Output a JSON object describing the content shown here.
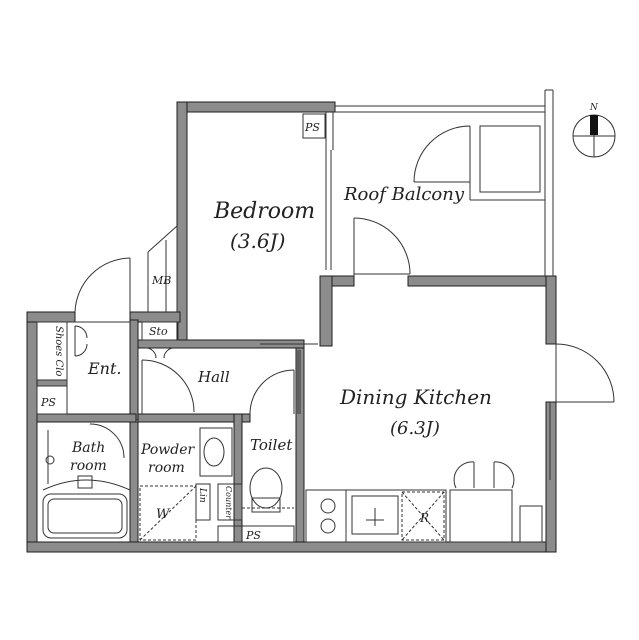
{
  "colors": {
    "wall": "#888888",
    "wall_outline": "#222222",
    "line": "#333333",
    "background": "#ffffff"
  },
  "compass": {
    "north_label": "N"
  },
  "rooms": {
    "bedroom": {
      "name": "Bedroom",
      "size": "(3.6J)"
    },
    "roof_balcony": {
      "name": "Roof Balcony"
    },
    "dining_kitchen": {
      "name": "Dining Kitchen",
      "size": "(6.3J)"
    },
    "hall": {
      "name": "Hall"
    },
    "entrance": {
      "name": "Ent."
    },
    "bath": {
      "name_line1": "Bath",
      "name_line2": "room"
    },
    "powder": {
      "name_line1": "Powder",
      "name_line2": "room"
    },
    "toilet": {
      "name": "Toilet"
    }
  },
  "fixtures": {
    "ps_top": "PS",
    "ps_left": "PS",
    "ps_bottom": "PS",
    "mb": "MB",
    "storage": "Sto",
    "shoes_closet": "Shoes Clo",
    "washer": "W",
    "linen": "Lin",
    "counter": "Counter",
    "refrigerator": "R"
  }
}
